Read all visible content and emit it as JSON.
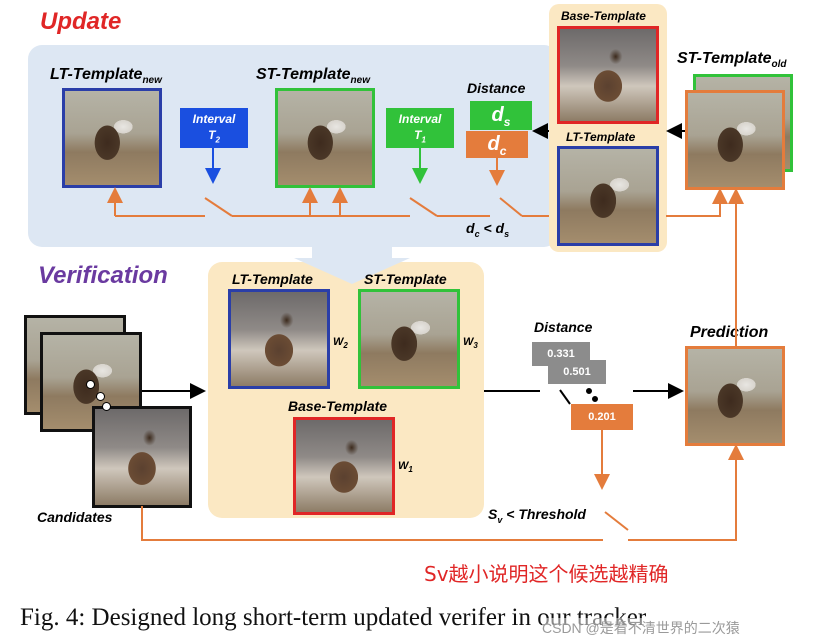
{
  "titles": {
    "update": "Update",
    "verification": "Verification"
  },
  "update": {
    "lt_new": {
      "base": "LT-Template",
      "sub": "new"
    },
    "st_new": {
      "base": "ST-Template",
      "sub": "new"
    },
    "interval2": {
      "line1": "Interval",
      "base": "T",
      "sub": "2"
    },
    "interval1": {
      "line1": "Interval",
      "base": "T",
      "sub": "1"
    },
    "distance_label": "Distance",
    "ds": {
      "base": "d",
      "sub": "s"
    },
    "dc": {
      "base": "d",
      "sub": "c"
    },
    "condition": {
      "a": "d",
      "a_sub": "c",
      "op": " < ",
      "b": "d",
      "b_sub": "s"
    }
  },
  "base_panel": {
    "base_template": "Base-Template",
    "lt_template": "LT-Template"
  },
  "st_old": {
    "base": "ST-Template",
    "sub": "old"
  },
  "verification": {
    "lt_template": "LT-Template",
    "st_template": "ST-Template",
    "base_template": "Base-Template",
    "w2": {
      "base": "W",
      "sub": "2"
    },
    "w3": {
      "base": "W",
      "sub": "3"
    },
    "w1": {
      "base": "W",
      "sub": "1"
    }
  },
  "candidates_label": "Candidates",
  "distance": {
    "label": "Distance",
    "values": [
      "0.331",
      "0.501",
      "0.201"
    ]
  },
  "prediction_label": "Prediction",
  "threshold": {
    "base": "S",
    "sub": "v",
    "rest": " < Threshold"
  },
  "annotation": "Sv越小说明这个候选越精确",
  "caption": "Fig. 4: Designed long short-term updated verifer in our tracker",
  "watermark": "CSDN @是看不清世界的二次猿",
  "colors": {
    "blue": "#2a3ea8",
    "green": "#31c23a",
    "red": "#e02626",
    "orange": "#e47c3c",
    "update_title": "#e02626",
    "verification_title": "#6a3aa0"
  }
}
